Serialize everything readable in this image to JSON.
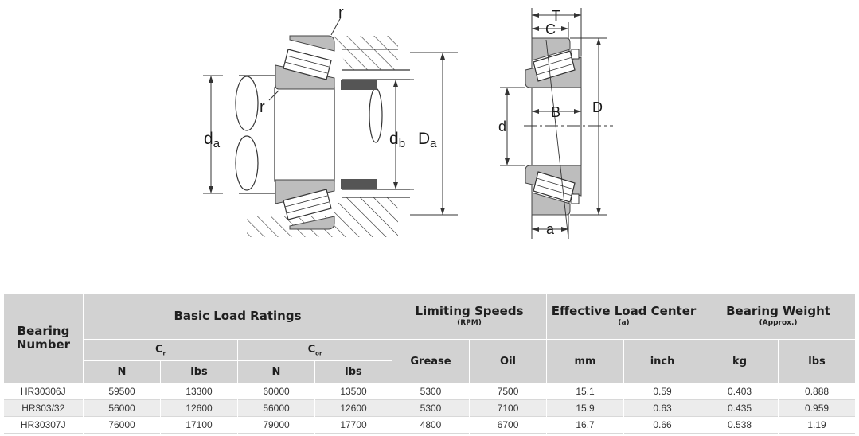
{
  "diagram": {
    "labels": {
      "r_top": "r",
      "r_left": "r",
      "da": "d",
      "da_sub": "a",
      "db": "d",
      "db_sub": "b",
      "Da": "D",
      "Da_sub": "a",
      "T": "T",
      "C": "C",
      "B": "B",
      "d": "d",
      "D": "D",
      "a": "a"
    }
  },
  "table": {
    "headers": {
      "bearing_number_1": "Bearing",
      "bearing_number_2": "Number",
      "basic_load": "Basic Load Ratings",
      "limiting": "Limiting Speeds",
      "limiting_sub": "(RPM)",
      "effective": "Effective Load Center",
      "effective_sub": "(a)",
      "weight": "Bearing Weight",
      "weight_sub": "(Approx.)",
      "cr": "C",
      "cr_sub": "r",
      "cor": "C",
      "cor_sub": "or",
      "n1": "N",
      "lbs1": "lbs",
      "n2": "N",
      "lbs2": "lbs",
      "grease": "Grease",
      "oil": "Oil",
      "mm": "mm",
      "inch": "inch",
      "kg": "kg",
      "lbs3": "lbs"
    },
    "rows": [
      [
        "HR30306J",
        "59500",
        "13300",
        "60000",
        "13500",
        "5300",
        "7500",
        "15.1",
        "0.59",
        "0.403",
        "0.888"
      ],
      [
        "HR303/32",
        "56000",
        "12600",
        "56000",
        "12600",
        "5300",
        "7100",
        "15.9",
        "0.63",
        "0.435",
        "0.959"
      ],
      [
        "HR30307J",
        "76000",
        "17100",
        "79000",
        "17700",
        "4800",
        "6700",
        "16.7",
        "0.66",
        "0.538",
        "1.19"
      ]
    ]
  }
}
